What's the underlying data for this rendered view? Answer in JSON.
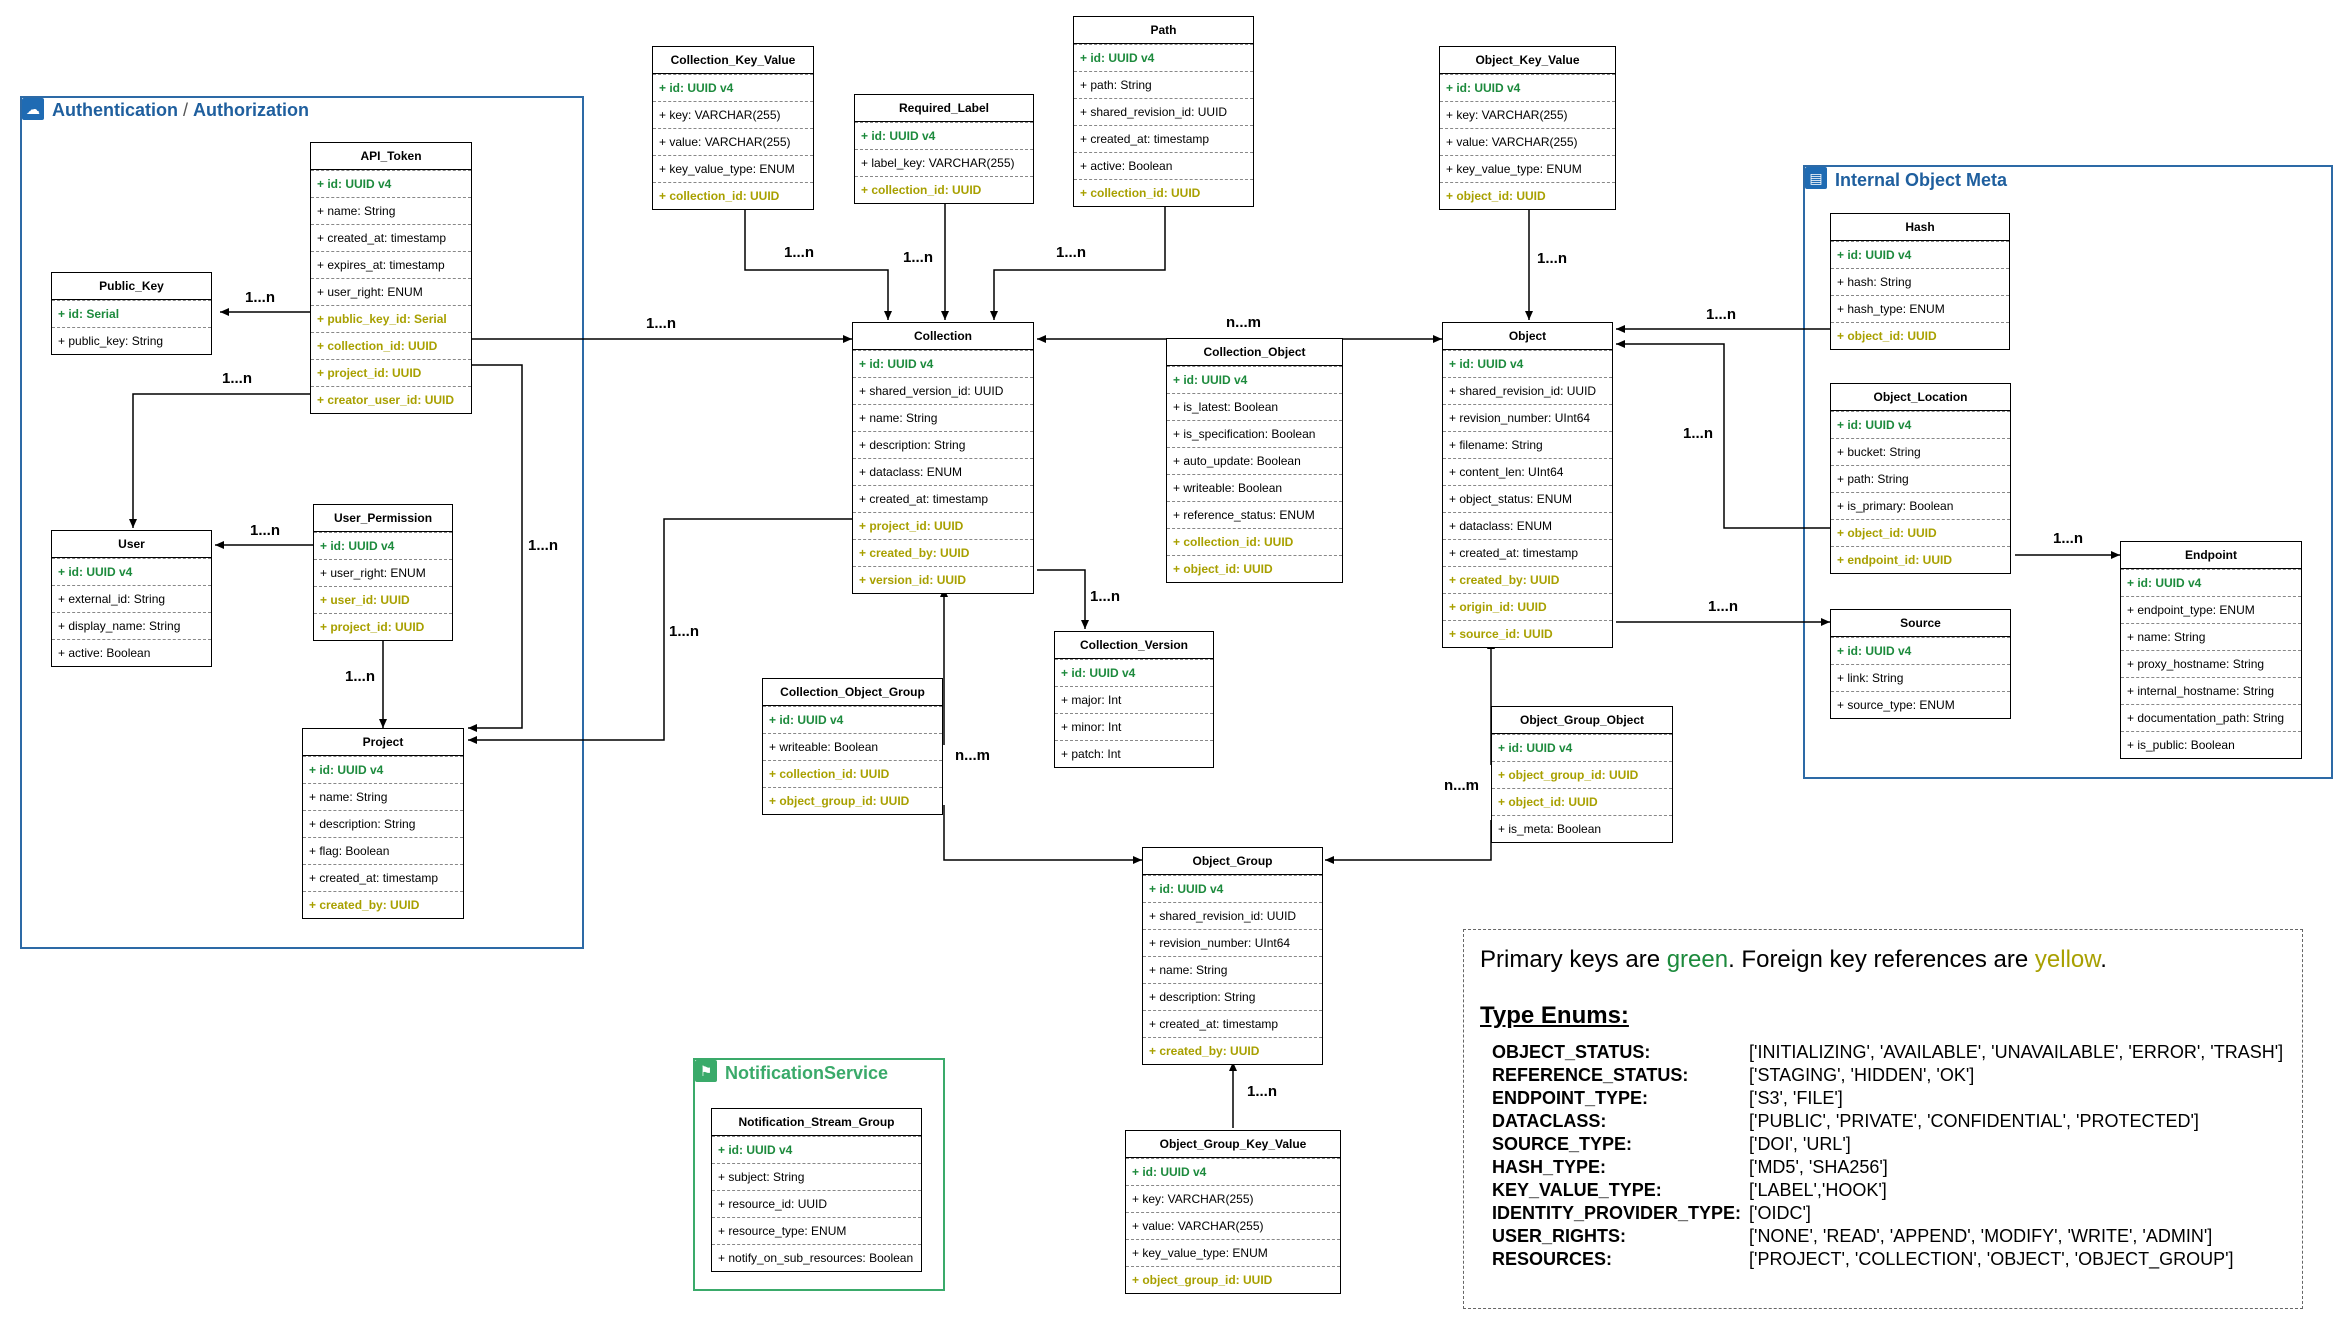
{
  "groups": {
    "auth": {
      "title_a": "Authentication",
      "sep": " / ",
      "title_b": "Authorization",
      "icon": "cloud-lock-icon"
    },
    "internal_meta": {
      "title": "Internal Object Meta",
      "icon": "database-icon"
    },
    "notification": {
      "title": "NotificationService",
      "icon": "flag-icon"
    }
  },
  "entities": {
    "collection_key_value": {
      "name": "Collection_Key_Value",
      "rows": [
        {
          "text": "+ id: UUID v4",
          "kind": "pk"
        },
        {
          "text": "+ key: VARCHAR(255)",
          "kind": "plain"
        },
        {
          "text": "+ value: VARCHAR(255)",
          "kind": "plain"
        },
        {
          "text": "+ key_value_type: ENUM",
          "kind": "plain"
        },
        {
          "text": "+ collection_id: UUID",
          "kind": "fk"
        }
      ]
    },
    "required_label": {
      "name": "Required_Label",
      "rows": [
        {
          "text": "+ id: UUID v4",
          "kind": "pk"
        },
        {
          "text": "+ label_key: VARCHAR(255)",
          "kind": "plain"
        },
        {
          "text": "+ collection_id: UUID",
          "kind": "fk"
        }
      ]
    },
    "path": {
      "name": "Path",
      "rows": [
        {
          "text": "+ id: UUID v4",
          "kind": "pk"
        },
        {
          "text": "+ path: String",
          "kind": "plain"
        },
        {
          "text": "+ shared_revision_id: UUID",
          "kind": "plain"
        },
        {
          "text": "+ created_at: timestamp",
          "kind": "plain"
        },
        {
          "text": "+ active: Boolean",
          "kind": "plain"
        },
        {
          "text": "+ collection_id: UUID",
          "kind": "fk"
        }
      ]
    },
    "object_key_value": {
      "name": "Object_Key_Value",
      "rows": [
        {
          "text": "+ id: UUID v4",
          "kind": "pk"
        },
        {
          "text": "+ key: VARCHAR(255)",
          "kind": "plain"
        },
        {
          "text": "+ value: VARCHAR(255)",
          "kind": "plain"
        },
        {
          "text": "+ key_value_type: ENUM",
          "kind": "plain"
        },
        {
          "text": "+ object_id: UUID",
          "kind": "fk"
        }
      ]
    },
    "api_token": {
      "name": "API_Token",
      "rows": [
        {
          "text": "+ id: UUID v4",
          "kind": "pk"
        },
        {
          "text": "+ name: String",
          "kind": "plain"
        },
        {
          "text": "+ created_at: timestamp",
          "kind": "plain"
        },
        {
          "text": "+ expires_at: timestamp",
          "kind": "plain"
        },
        {
          "text": "+ user_right: ENUM",
          "kind": "plain"
        },
        {
          "text": "+ public_key_id: Serial",
          "kind": "fk"
        },
        {
          "text": "+ collection_id: UUID",
          "kind": "fk"
        },
        {
          "text": "+ project_id: UUID",
          "kind": "fk"
        },
        {
          "text": "+ creator_user_id: UUID",
          "kind": "fk"
        }
      ]
    },
    "public_key": {
      "name": "Public_Key",
      "rows": [
        {
          "text": "+ id: Serial",
          "kind": "pk"
        },
        {
          "text": "+ public_key: String",
          "kind": "plain"
        }
      ]
    },
    "user": {
      "name": "User",
      "rows": [
        {
          "text": "+ id: UUID v4",
          "kind": "pk"
        },
        {
          "text": "+ external_id: String",
          "kind": "plain"
        },
        {
          "text": "+ display_name: String",
          "kind": "plain"
        },
        {
          "text": "+ active: Boolean",
          "kind": "plain"
        }
      ]
    },
    "user_permission": {
      "name": "User_Permission",
      "rows": [
        {
          "text": "+ id: UUID v4",
          "kind": "pk"
        },
        {
          "text": "+ user_right: ENUM",
          "kind": "plain"
        },
        {
          "text": "+ user_id: UUID",
          "kind": "fk"
        },
        {
          "text": "+ project_id: UUID",
          "kind": "fk"
        }
      ]
    },
    "project": {
      "name": "Project",
      "rows": [
        {
          "text": "+ id: UUID v4",
          "kind": "pk"
        },
        {
          "text": "+ name: String",
          "kind": "plain"
        },
        {
          "text": "+ description: String",
          "kind": "plain"
        },
        {
          "text": "+ flag: Boolean",
          "kind": "plain"
        },
        {
          "text": "+ created_at: timestamp",
          "kind": "plain"
        },
        {
          "text": "+ created_by: UUID",
          "kind": "fk"
        }
      ]
    },
    "collection": {
      "name": "Collection",
      "rows": [
        {
          "text": "+ id: UUID v4",
          "kind": "pk"
        },
        {
          "text": "+ shared_version_id: UUID",
          "kind": "plain"
        },
        {
          "text": "+ name: String",
          "kind": "plain"
        },
        {
          "text": "+ description: String",
          "kind": "plain"
        },
        {
          "text": "+ dataclass: ENUM",
          "kind": "plain"
        },
        {
          "text": "+ created_at: timestamp",
          "kind": "plain"
        },
        {
          "text": "+ project_id: UUID",
          "kind": "fk"
        },
        {
          "text": "+ created_by: UUID",
          "kind": "fk"
        },
        {
          "text": "+ version_id: UUID",
          "kind": "fk"
        }
      ]
    },
    "collection_object": {
      "name": "Collection_Object",
      "rows": [
        {
          "text": "+ id: UUID v4",
          "kind": "pk"
        },
        {
          "text": "+ is_latest: Boolean",
          "kind": "plain"
        },
        {
          "text": "+ is_specification: Boolean",
          "kind": "plain"
        },
        {
          "text": "+ auto_update: Boolean",
          "kind": "plain"
        },
        {
          "text": "+ writeable: Boolean",
          "kind": "plain"
        },
        {
          "text": "+ reference_status: ENUM",
          "kind": "plain"
        },
        {
          "text": "+ collection_id: UUID",
          "kind": "fk"
        },
        {
          "text": "+ object_id: UUID",
          "kind": "fk"
        }
      ]
    },
    "object": {
      "name": "Object",
      "rows": [
        {
          "text": "+ id: UUID v4",
          "kind": "pk"
        },
        {
          "text": "+ shared_revision_id: UUID",
          "kind": "plain"
        },
        {
          "text": "+ revision_number: UInt64",
          "kind": "plain"
        },
        {
          "text": "+ filename: String",
          "kind": "plain"
        },
        {
          "text": "+ content_len: UInt64",
          "kind": "plain"
        },
        {
          "text": "+ object_status: ENUM",
          "kind": "plain"
        },
        {
          "text": "+ dataclass: ENUM",
          "kind": "plain"
        },
        {
          "text": "+ created_at: timestamp",
          "kind": "plain"
        },
        {
          "text": "+ created_by: UUID",
          "kind": "fk"
        },
        {
          "text": "+ origin_id: UUID",
          "kind": "fk"
        },
        {
          "text": "+ source_id: UUID",
          "kind": "fk"
        }
      ]
    },
    "hash": {
      "name": "Hash",
      "rows": [
        {
          "text": "+ id: UUID v4",
          "kind": "pk"
        },
        {
          "text": "+ hash: String",
          "kind": "plain"
        },
        {
          "text": "+ hash_type: ENUM",
          "kind": "plain"
        },
        {
          "text": "+ object_id: UUID",
          "kind": "fk"
        }
      ]
    },
    "object_location": {
      "name": "Object_Location",
      "rows": [
        {
          "text": "+ id: UUID v4",
          "kind": "pk"
        },
        {
          "text": "+ bucket: String",
          "kind": "plain"
        },
        {
          "text": "+ path: String",
          "kind": "plain"
        },
        {
          "text": "+ is_primary: Boolean",
          "kind": "plain"
        },
        {
          "text": "+ object_id: UUID",
          "kind": "fk"
        },
        {
          "text": "+ endpoint_id: UUID",
          "kind": "fk"
        }
      ]
    },
    "endpoint": {
      "name": "Endpoint",
      "rows": [
        {
          "text": "+ id: UUID v4",
          "kind": "pk"
        },
        {
          "text": "+ endpoint_type: ENUM",
          "kind": "plain"
        },
        {
          "text": "+ name: String",
          "kind": "plain"
        },
        {
          "text": "+ proxy_hostname: String",
          "kind": "plain"
        },
        {
          "text": "+ internal_hostname: String",
          "kind": "plain"
        },
        {
          "text": "+ documentation_path: String",
          "kind": "plain"
        },
        {
          "text": "+ is_public: Boolean",
          "kind": "plain"
        }
      ]
    },
    "source": {
      "name": "Source",
      "rows": [
        {
          "text": "+ id: UUID v4",
          "kind": "pk"
        },
        {
          "text": "+ link: String",
          "kind": "plain"
        },
        {
          "text": "+ source_type: ENUM",
          "kind": "plain"
        }
      ]
    },
    "collection_version": {
      "name": "Collection_Version",
      "rows": [
        {
          "text": "+ id: UUID v4",
          "kind": "pk"
        },
        {
          "text": "+ major: Int",
          "kind": "plain"
        },
        {
          "text": "+ minor: Int",
          "kind": "plain"
        },
        {
          "text": "+ patch: Int",
          "kind": "plain"
        }
      ]
    },
    "collection_object_group": {
      "name": "Collection_Object_Group",
      "rows": [
        {
          "text": "+ id: UUID v4",
          "kind": "pk"
        },
        {
          "text": "+ writeable: Boolean",
          "kind": "plain"
        },
        {
          "text": "+ collection_id: UUID",
          "kind": "fk"
        },
        {
          "text": "+ object_group_id: UUID",
          "kind": "fk"
        }
      ]
    },
    "object_group_object": {
      "name": "Object_Group_Object",
      "rows": [
        {
          "text": "+ id: UUID v4",
          "kind": "pk"
        },
        {
          "text": "+ object_group_id: UUID",
          "kind": "fk"
        },
        {
          "text": "+ object_id: UUID",
          "kind": "fk"
        },
        {
          "text": "+ is_meta: Boolean",
          "kind": "plain"
        }
      ]
    },
    "object_group": {
      "name": "Object_Group",
      "rows": [
        {
          "text": "+ id: UUID v4",
          "kind": "pk"
        },
        {
          "text": "+ shared_revision_id: UUID",
          "kind": "plain"
        },
        {
          "text": "+ revision_number: UInt64",
          "kind": "plain"
        },
        {
          "text": "+ name: String",
          "kind": "plain"
        },
        {
          "text": "+ description: String",
          "kind": "plain"
        },
        {
          "text": "+ created_at: timestamp",
          "kind": "plain"
        },
        {
          "text": "+ created_by: UUID",
          "kind": "fk"
        }
      ]
    },
    "object_group_key_value": {
      "name": "Object_Group_Key_Value",
      "rows": [
        {
          "text": "+ id: UUID v4",
          "kind": "pk"
        },
        {
          "text": "+ key: VARCHAR(255)",
          "kind": "plain"
        },
        {
          "text": "+ value: VARCHAR(255)",
          "kind": "plain"
        },
        {
          "text": "+ key_value_type: ENUM",
          "kind": "plain"
        },
        {
          "text": "+ object_group_id: UUID",
          "kind": "fk"
        }
      ]
    },
    "notification_stream_group": {
      "name": "Notification_Stream_Group",
      "rows": [
        {
          "text": "+ id: UUID v4",
          "kind": "pk"
        },
        {
          "text": "+ subject: String",
          "kind": "plain"
        },
        {
          "text": "+ resource_id: UUID",
          "kind": "plain"
        },
        {
          "text": "+ resource_type: ENUM",
          "kind": "plain"
        },
        {
          "text": "+ notify_on_sub_resources: Boolean",
          "kind": "plain"
        }
      ]
    }
  },
  "relations": {
    "ckv_collection": "1...n",
    "rl_collection": "1...n",
    "path_collection": "1...n",
    "okv_object": "1...n",
    "apitoken_collection": "1...n",
    "apitoken_publickey": "1...n",
    "apitoken_user": "1...n",
    "apitoken_project": "1...n",
    "userperm_user": "1...n",
    "userperm_project": "1...n",
    "collection_project": "1...n",
    "collection_object_nm": "n...m",
    "collection_version": "1...n",
    "hash_object": "1...n",
    "location_object": "1...n",
    "location_endpoint": "1...n",
    "object_source": "1...n",
    "collection_objectgroup_nm": "n...m",
    "objectgroup_object_nm": "n...m",
    "ogkv_objectgroup": "1...n"
  },
  "legend": {
    "line_pre": "Primary keys are ",
    "green_word": "green",
    "line_mid": ". Foreign key references are ",
    "yellow_word": "yellow",
    "line_end": ".",
    "colors": {
      "primary_key": "#1c8a3c",
      "foreign_key": "#a8a000"
    },
    "enums_title": "Type Enums:",
    "enums": [
      {
        "name": "OBJECT_STATUS:",
        "values": "['INITIALIZING', 'AVAILABLE', 'UNAVAILABLE', 'ERROR', 'TRASH']"
      },
      {
        "name": "REFERENCE_STATUS:",
        "values": "['STAGING', 'HIDDEN', 'OK']"
      },
      {
        "name": "ENDPOINT_TYPE:",
        "values": "['S3', 'FILE']"
      },
      {
        "name": "DATACLASS:",
        "values": "['PUBLIC', 'PRIVATE', 'CONFIDENTIAL', 'PROTECTED']"
      },
      {
        "name": "SOURCE_TYPE:",
        "values": "['DOI', 'URL']"
      },
      {
        "name": "HASH_TYPE:",
        "values": "['MD5', 'SHA256']"
      },
      {
        "name": "KEY_VALUE_TYPE:",
        "values": "['LABEL','HOOK']"
      },
      {
        "name": "IDENTITY_PROVIDER_TYPE:",
        "values": "['OIDC']"
      },
      {
        "name": "USER_RIGHTS:",
        "values": "['NONE', 'READ', 'APPEND', 'MODIFY', 'WRITE', 'ADMIN']"
      },
      {
        "name": "RESOURCES:",
        "values": "['PROJECT', 'COLLECTION', 'OBJECT', 'OBJECT_GROUP']"
      }
    ]
  }
}
